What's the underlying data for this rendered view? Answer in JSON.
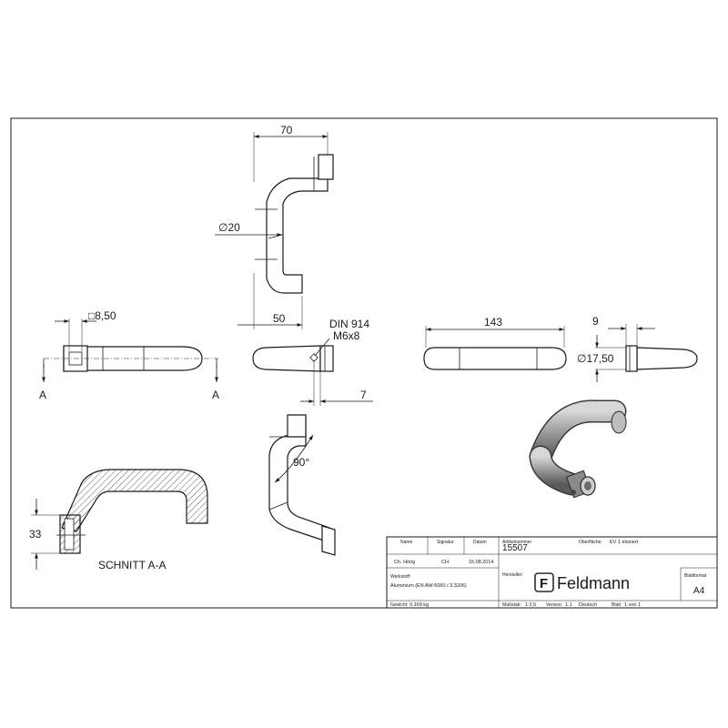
{
  "dimensions": {
    "width_70": "70",
    "dia_20": "∅20",
    "depth_50": "50",
    "square_850": "□8,50",
    "din_914": "DIN 914",
    "m6x8": "M6x8",
    "len_7": "7",
    "length_143": "143",
    "dim_9": "9",
    "dia_1750": "∅17,50",
    "angle_90": "90°",
    "height_33": "33"
  },
  "section": {
    "marker_left": "A",
    "marker_right": "A",
    "label": "SCHNITT A-A"
  },
  "title_block": {
    "headers": {
      "name": "Name",
      "signatur": "Signatur",
      "datum": "Datum",
      "artikelnummer": "Artikelnummer",
      "oberflaeche_label": "Oberfläche:",
      "werkstoff_label": "Werkstoff:",
      "hersteller_label": "Hersteller:",
      "blattformat_label": "Blattformat",
      "gewicht_label": "Gewicht:",
      "massstab_label": "Maßstab:",
      "version_label": "Version:",
      "blatt_label": "Blatt"
    },
    "values": {
      "name": "Ch. Hörig",
      "signatur": "CH",
      "datum": "15.08.2014",
      "oberflaeche": "EV 1 eloxiert",
      "artikelnummer": "15507",
      "werkstoff": "Aluminium (EN AW-6060 / 3.3206)",
      "hersteller": "Feldmann",
      "blattformat": "A4",
      "gewicht": "0.169 kg",
      "massstab": "1:2,5",
      "version": "1.1",
      "sprache": "Deutsch",
      "blatt": "1 von 1"
    },
    "logo_letter": "F",
    "logo_color": "#2b2b2b"
  }
}
